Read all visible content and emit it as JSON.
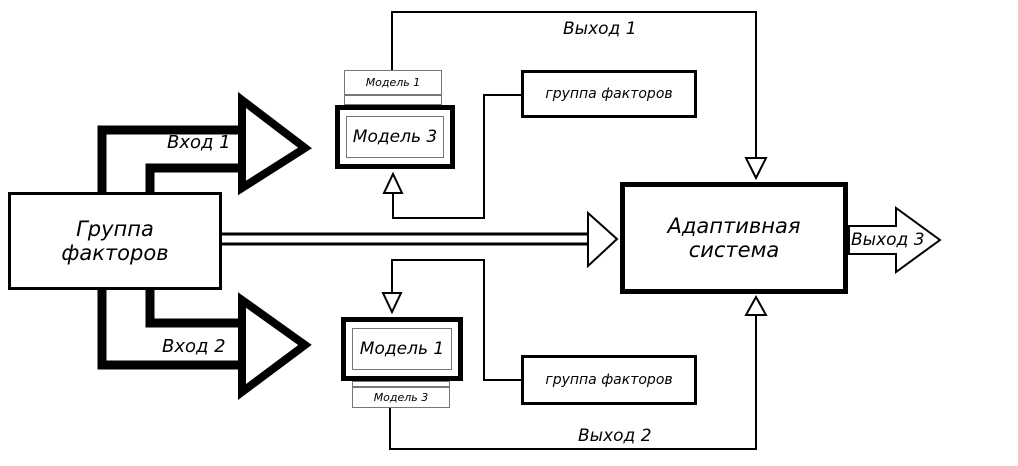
{
  "group_main": {
    "line1": "Группа",
    "line2": "факторов"
  },
  "adaptive": {
    "line1": "Адаптивная",
    "line2": "система"
  },
  "inputs": {
    "in1": "Вход 1",
    "in2": "Вход 2"
  },
  "outputs": {
    "out1": "Выход 1",
    "out2": "Выход 2",
    "out3": "Выход 3"
  },
  "top_group": {
    "label": "группа факторов"
  },
  "bottom_group": {
    "label": "группа факторов"
  },
  "top_model": {
    "small": "Модель 1",
    "main": "Модель 3"
  },
  "bottom_model": {
    "main": "Модель 1",
    "small": "Модель 3"
  }
}
